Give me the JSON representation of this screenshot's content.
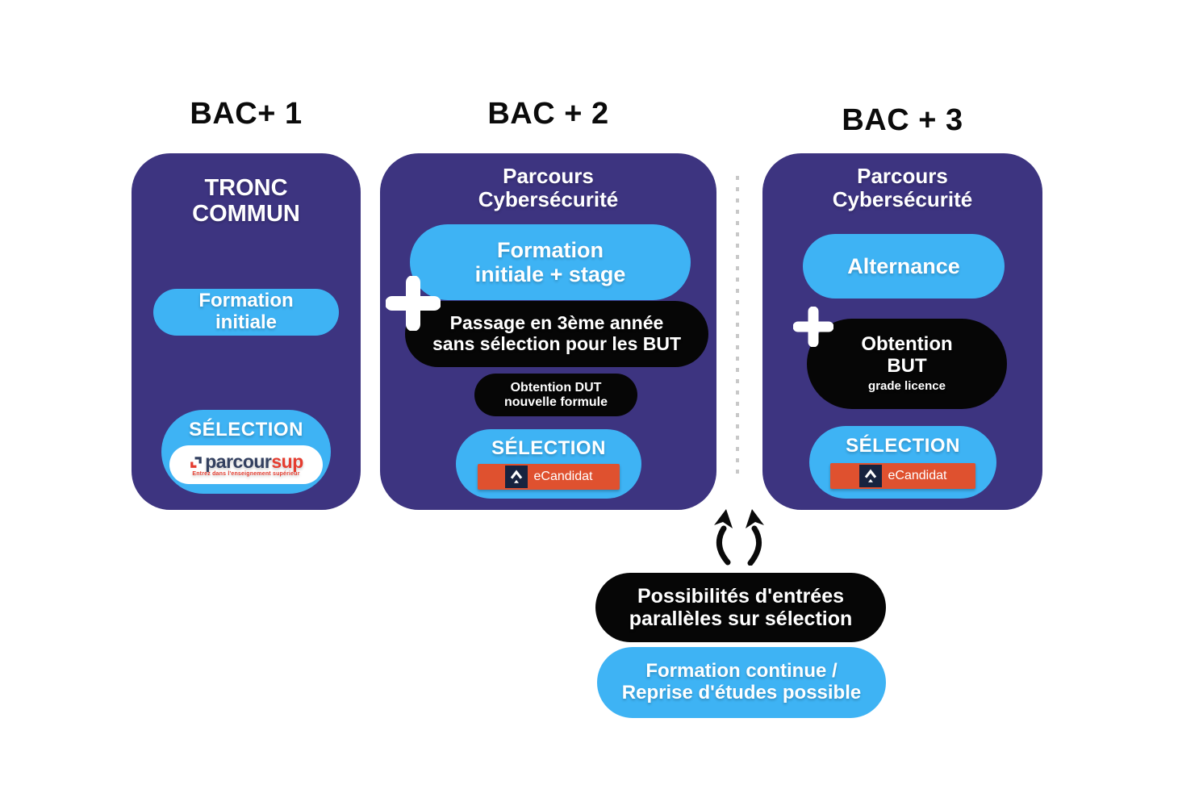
{
  "colors": {
    "card_purple": "#3d3480",
    "pill_blue": "#3eb3f4",
    "pill_black": "#060606",
    "ecandidat_orange": "#df512f",
    "ecandidat_navy": "#17233f",
    "parcoursup_navy": "#334060",
    "parcoursup_red": "#e53d30",
    "dotted_gray": "#c8c8c8"
  },
  "icons": {
    "plus": "plus-sign",
    "parcoursup_mark": "double-chevron-arrow",
    "ecandidat_mark": "chevron-up-arrow",
    "parallel_arrows": "curved-up-arrows"
  },
  "c1": {
    "title": "BAC+ 1",
    "heading": [
      "TRONC",
      "COMMUN"
    ],
    "formation": [
      "Formation",
      "initiale"
    ],
    "selection_label": "SÉLECTION",
    "parcoursup": {
      "brand_dark": "parcour",
      "brand_red": "sup",
      "tagline": "Entrez dans l'enseignement supérieur"
    }
  },
  "c2": {
    "title": "BAC + 2",
    "heading": [
      "Parcours",
      "Cybersécurité"
    ],
    "formation": [
      "Formation",
      "initiale + stage"
    ],
    "passage": [
      "Passage en 3ème année",
      "sans sélection pour les BUT"
    ],
    "obtention": [
      "Obtention DUT",
      "nouvelle formule"
    ],
    "selection_label": "SÉLECTION",
    "ecandidat_label": "eCandidat"
  },
  "c3": {
    "title": "BAC + 3",
    "heading": [
      "Parcours",
      "Cybersécurité"
    ],
    "alternance": "Alternance",
    "obtention": [
      "Obtention",
      "BUT"
    ],
    "obtention_sub": "grade licence",
    "selection_label": "SÉLECTION",
    "ecandidat_label": "eCandidat"
  },
  "bottom": {
    "parallel": [
      "Possibilités d'entrées",
      "parallèles sur sélection"
    ],
    "continue": [
      "Formation continue /",
      "Reprise d'études possible"
    ]
  }
}
